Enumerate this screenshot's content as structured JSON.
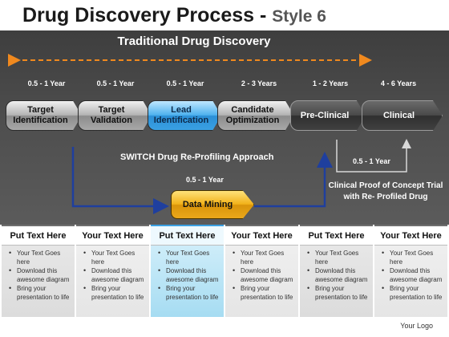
{
  "title": {
    "main": "Drug Discovery Process",
    "separator": " - ",
    "style": "Style 6"
  },
  "traditional_title": "Traditional Drug Discovery",
  "durations": [
    "0.5 - 1 Year",
    "0.5 - 1 Year",
    "0.5 - 1 Year",
    "2 - 3 Years",
    "1 - 2 Years",
    "4 - 6 Years"
  ],
  "stages": [
    {
      "label": "Target Identification",
      "state": "normal"
    },
    {
      "label": "Target Validation",
      "state": "normal"
    },
    {
      "label": "Lead Identification",
      "state": "active"
    },
    {
      "label": "Candidate Optimization",
      "state": "normal"
    },
    {
      "label": "Pre-Clinical",
      "state": "dark"
    },
    {
      "label": "Clinical",
      "state": "dark"
    }
  ],
  "switch_label": "SWITCH Drug Re-Profiling Approach",
  "data_mining": {
    "label": "Data Mining",
    "duration": "0.5 - 1 Year"
  },
  "pre_clinical_duration": "0.5 - 1 Year",
  "clinical_proof": "Clinical Proof of Concept Trial with Re- Profiled Drug",
  "cards": [
    {
      "title": "Put Text Here",
      "bullets": [
        "Your Text Goes here",
        "Download this awesome diagram",
        "Bring your presentation to life"
      ]
    },
    {
      "title": "Your Text Here",
      "bullets": [
        "Your Text Goes here",
        "Download this awesome diagram",
        "Bring your presentation to life"
      ]
    },
    {
      "title": "Put Text Here",
      "bullets": [
        "Your Text Goes here",
        "Download this awesome diagram",
        "Bring your presentation to life"
      ]
    },
    {
      "title": "Your Text Here",
      "bullets": [
        "Your Text Goes here",
        "Download this awesome diagram",
        "Bring your presentation to life"
      ]
    },
    {
      "title": "Put Text Here",
      "bullets": [
        "Your Text Goes here",
        "Download this awesome diagram",
        "Bring your presentation to life"
      ]
    },
    {
      "title": "Your Text Here",
      "bullets": [
        "Your Text Goes here",
        "Download this awesome diagram",
        "Bring your presentation to life"
      ]
    }
  ],
  "footer": "Your Logo",
  "colors": {
    "accent_orange": "#f0891e",
    "arrow_blue": "#1f3f9e",
    "active_blue": "#2b8fd6",
    "data_mining_gold": "#f2b21a"
  }
}
